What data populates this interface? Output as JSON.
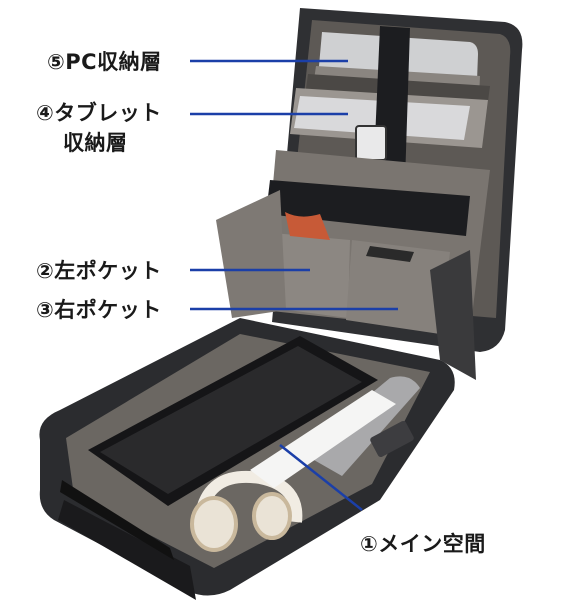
{
  "callouts": {
    "pc": "⑤PC収納層",
    "tablet_line1": "④タブレット",
    "tablet_line2": "収納層",
    "left_pocket": "②左ポケット",
    "right_pocket": "③右ポケット",
    "main_space": "①メイン空間"
  },
  "colors": {
    "leader_line": "#1b3fa8",
    "case_shell": "#2b2c2f",
    "lining": "#6e6a65",
    "strap": "#1c1d20"
  }
}
